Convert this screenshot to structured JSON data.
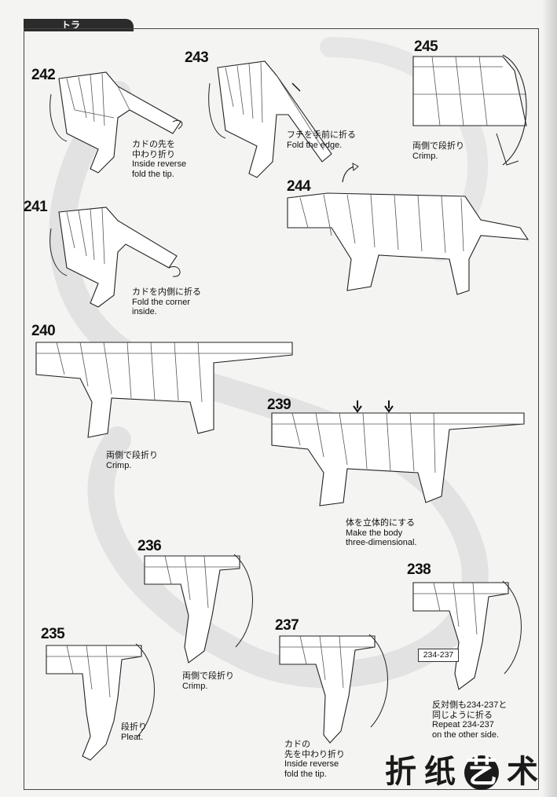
{
  "header": {
    "title": "トラ"
  },
  "steps": {
    "s242": {
      "number": "242",
      "caption": [
        "カドの先を",
        "中わり折り",
        "Inside reverse",
        "fold the tip."
      ]
    },
    "s243": {
      "number": "243",
      "caption": [
        "フチを手前に折る",
        "Fold the edge."
      ]
    },
    "s245": {
      "number": "245",
      "caption": [
        "両側で段折り",
        "Crimp."
      ]
    },
    "s244": {
      "number": "244"
    },
    "s241": {
      "number": "241",
      "caption": [
        "カドを内側に折る",
        "Fold the corner",
        "inside."
      ]
    },
    "s240": {
      "number": "240",
      "caption": [
        "両側で段折り",
        "Crimp."
      ]
    },
    "s239": {
      "number": "239",
      "caption": [
        "体を立体的にする",
        "Make the body",
        "three-dimensional."
      ]
    },
    "s236": {
      "number": "236",
      "caption": [
        "両側で段折り",
        "Crimp."
      ]
    },
    "s238": {
      "number": "238",
      "ref": "234-237",
      "caption": [
        "反対側も234-237と",
        "同じように折る",
        "Repeat 234-237",
        "on the other side."
      ]
    },
    "s235": {
      "number": "235",
      "caption": [
        "段折り",
        "Pleat."
      ]
    },
    "s237": {
      "number": "237",
      "caption": [
        "カドの",
        "先を中わり折り",
        "Inside reverse",
        "fold the tip."
      ]
    }
  },
  "watermark": {
    "chars": [
      "折",
      "纸",
      "艺",
      "术"
    ]
  }
}
